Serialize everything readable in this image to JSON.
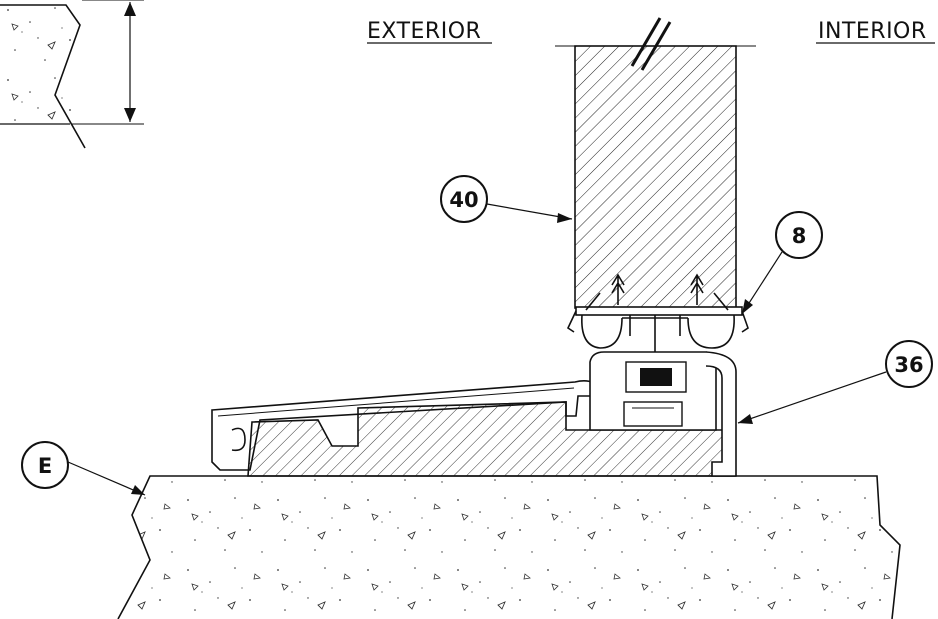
{
  "labels": {
    "exterior": "EXTERIOR",
    "interior": "INTERIOR"
  },
  "callouts": {
    "door_leaf": "40",
    "weatherstrip": "8",
    "threshold": "36",
    "substrate": "E"
  }
}
